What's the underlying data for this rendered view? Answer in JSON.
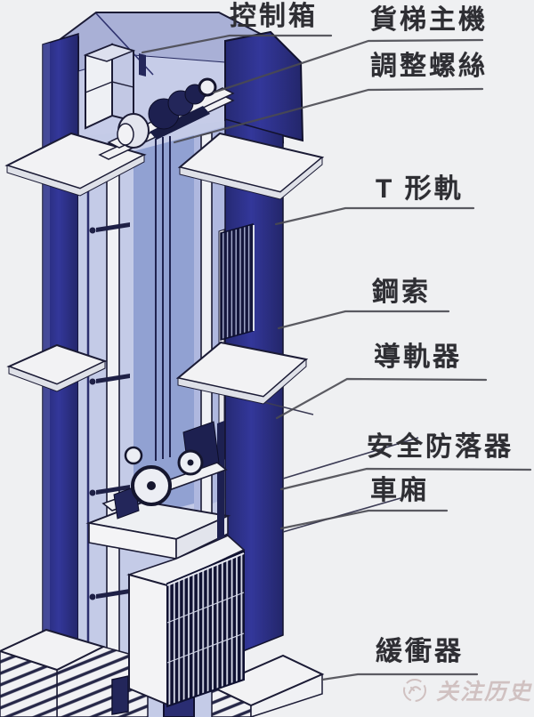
{
  "figure": {
    "type": "elevator-shaft-cutaway-diagram",
    "labels": [
      {
        "id": "control-box",
        "text": "控制箱"
      },
      {
        "id": "hoist-machine",
        "text": "貨梯主機"
      },
      {
        "id": "adjusting-screw",
        "text": "調整螺絲"
      },
      {
        "id": "t-rail",
        "text": "T 形軌"
      },
      {
        "id": "steel-cable",
        "text": "鋼索"
      },
      {
        "id": "guide-shoe",
        "text": "導軌器"
      },
      {
        "id": "safety-gear",
        "text": "安全防落器"
      },
      {
        "id": "car-cab",
        "text": "車廂"
      },
      {
        "id": "buffer",
        "text": "緩衝器"
      }
    ],
    "colors": {
      "wall_navy": "#2b2e84",
      "interior_light": "#c4cbe7",
      "interior_medium": "#8e9ed1",
      "roof_periwinkle": "#a9b0d6",
      "slab_white": "#f2f2f4",
      "outline": "#1b1b35",
      "background": "#eff0f2",
      "label_text": "#2e2e33",
      "watermark": "#c9b6b5"
    }
  },
  "watermark": {
    "logo": "circle-swirl-logo",
    "text": "关注历史"
  }
}
